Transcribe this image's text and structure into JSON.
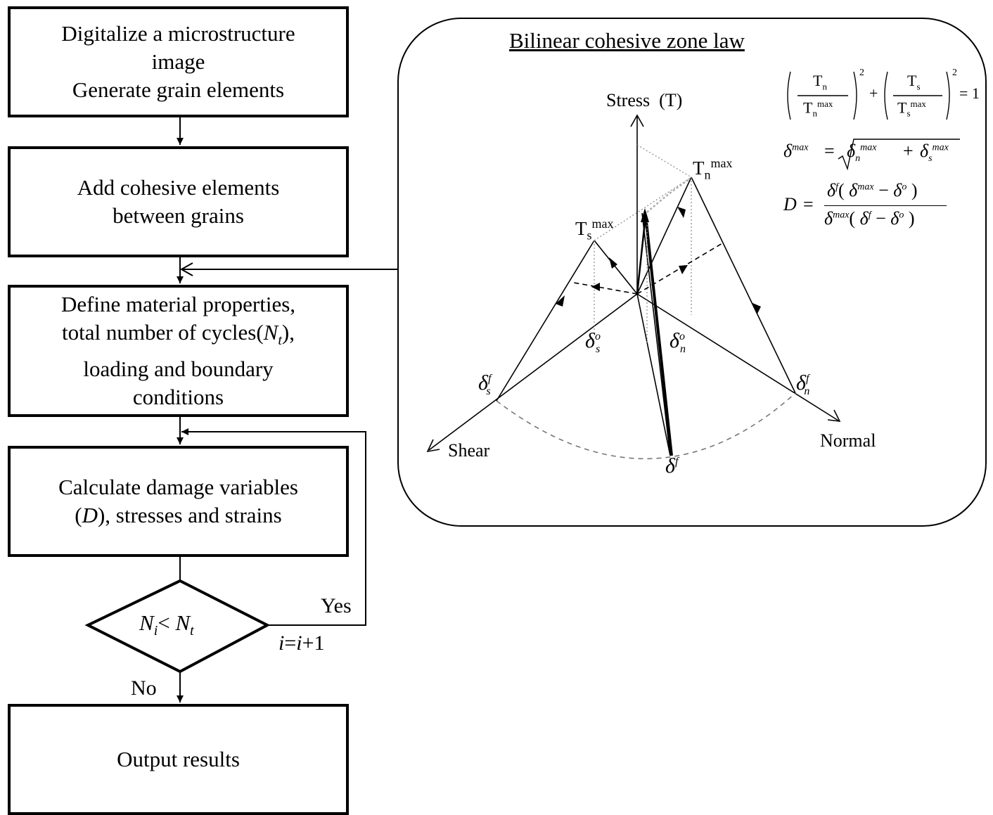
{
  "flowchart": {
    "steps": [
      {
        "lines": [
          "Digitalize a microstructure",
          "image",
          "Generate grain elements"
        ]
      },
      {
        "lines": [
          "Add cohesive elements",
          "between grains"
        ]
      },
      {
        "lines": [
          "Define material properties,",
          "total number of cycles(",
          "), ",
          "loading and boundary",
          "conditions"
        ],
        "nt_symbol": "N",
        "nt_sub": "t"
      },
      {
        "lines": [
          "Calculate damage variables",
          "(",
          "D",
          "), stresses and strains"
        ]
      },
      {
        "lines": [
          "Output results"
        ]
      }
    ],
    "decision": {
      "left": "N",
      "left_sub": "i",
      "op": "<",
      "right": "N",
      "right_sub": "t"
    },
    "yes_label": "Yes",
    "no_label": "No",
    "increment": {
      "v1": "i",
      "eq": "=",
      "v2": "i",
      "plus": "+1"
    }
  },
  "inset": {
    "title": "Bilinear cohesive zone law",
    "axis_stress": "Stress  (T)",
    "axis_shear": "Shear",
    "axis_normal": "Normal",
    "peak_normal": {
      "base": "T",
      "sub": "n",
      "sup": "max"
    },
    "peak_shear": {
      "base": "T",
      "sub": "s",
      "sup": "max"
    },
    "delta": "δ",
    "delta_s_o": {
      "sub": "s",
      "sup": "o"
    },
    "delta_n_o": {
      "sub": "n",
      "sup": "o"
    },
    "delta_s_f": {
      "sub": "s",
      "sup": "f"
    },
    "delta_n_f": {
      "sub": "n",
      "sup": "f"
    },
    "delta_f": {
      "sup": "f"
    },
    "eq1": {
      "T": "T",
      "n": "n",
      "s": "s",
      "max": "max",
      "sq": "2",
      "plus": "+",
      "equals": "= 1"
    },
    "eq2": {
      "lhs": "δ",
      "lhs_sup": "max",
      "eq": "=",
      "n": "n",
      "s": "s",
      "max": "max",
      "plus": "+"
    },
    "eq3": {
      "lhs": "D",
      "eq": "=",
      "num": "δ",
      "f": "f",
      "max": "max",
      "o": "o",
      "minus": "−",
      "paren_l": "(",
      "paren_r": ")"
    }
  }
}
